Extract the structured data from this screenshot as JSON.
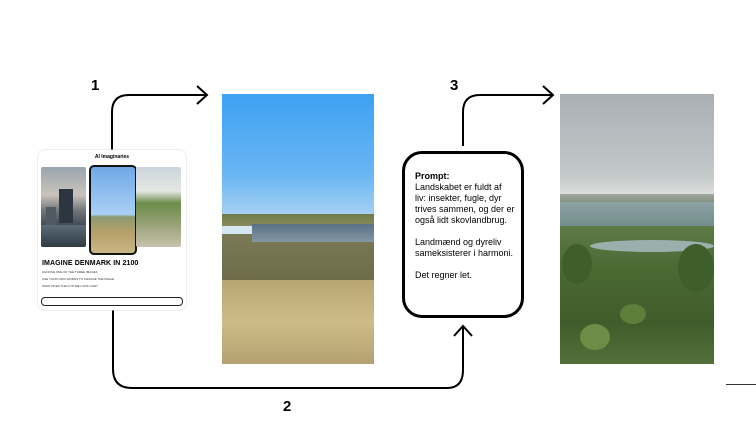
{
  "steps": [
    "1",
    "2",
    "3"
  ],
  "phone": {
    "title": "AI Imaginaries",
    "subtitle": "",
    "thumbnails": [
      {
        "name": "city-harbour",
        "caption": ""
      },
      {
        "name": "wetland",
        "caption": "",
        "selected": true
      },
      {
        "name": "coast-dunes",
        "caption": ""
      }
    ],
    "heading": "IMAGINE DENMARK IN 2100",
    "instructions": [
      "CHOOSE ONE OF THE THREE IMAGES",
      "USE YOUR OWN WORDS TO CHANGE THE IMAGE",
      "WHAT DOES THE FUTURE LOOK LIKE?"
    ],
    "input_placeholder": "",
    "input_counter": ""
  },
  "prompt": {
    "title": "Prompt:",
    "paragraphs": [
      "Landskabet er fuldt af liv: insekter, fugle, dyr trives sammen, og der er også lidt skovlandbrug.",
      "Landmænd og dyreliv sameksisterer i harmoni.",
      "Det regner let."
    ]
  },
  "colors": {
    "stroke": "#000000",
    "background": "#ffffff"
  }
}
